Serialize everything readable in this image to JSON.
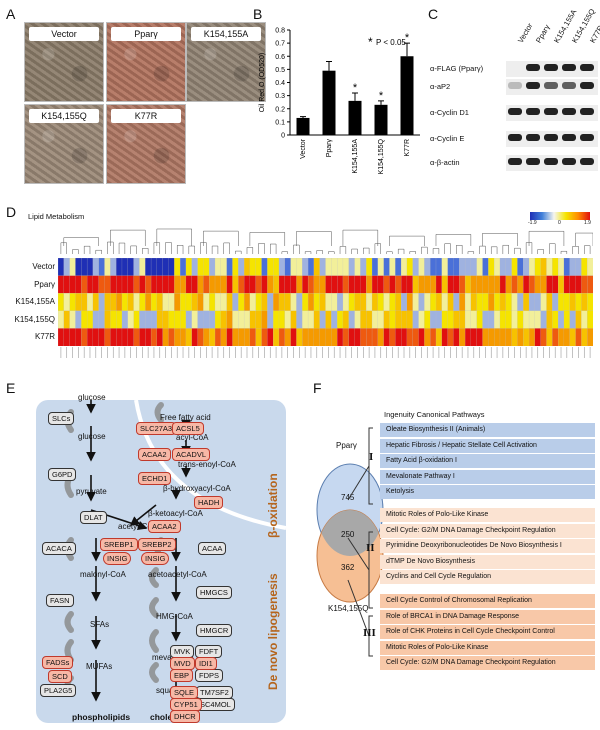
{
  "panels": {
    "A": "A",
    "B": "B",
    "C": "C",
    "D": "D",
    "E": "E",
    "F": "F"
  },
  "panelA": {
    "images": [
      "Vector",
      "Pparγ",
      "K154,155A",
      "K154,155Q",
      "K77R"
    ],
    "colors": [
      "#8c7d6a",
      "#b2735e",
      "#928474",
      "#9c8a78",
      "#b07864"
    ]
  },
  "panelB": {
    "annotation_star": "*",
    "annotation": "P < 0.05",
    "star": "*"
  },
  "chart_data": {
    "type": "bar",
    "categories": [
      "Vector",
      "Pparγ",
      "K154,155A",
      "K154,155Q",
      "K77R"
    ],
    "values": [
      0.13,
      0.49,
      0.26,
      0.23,
      0.6
    ],
    "errors": [
      0.01,
      0.07,
      0.06,
      0.03,
      0.1
    ],
    "significant": [
      false,
      false,
      true,
      true,
      true
    ],
    "ylabel": "Oil Red O (OD520)",
    "yticks": [
      "0",
      "0.1",
      "0.2",
      "0.3",
      "0.4",
      "0.5",
      "0.6",
      "0.7",
      "0.8"
    ],
    "ylim": [
      0,
      0.8
    ]
  },
  "panelC": {
    "lanes": [
      "Vector",
      "Pparγ",
      "K154,155A",
      "K154,155Q",
      "K77R"
    ],
    "rows": [
      "α-FLAG (Pparγ)",
      "α-aP2",
      "α-Cyclin D1",
      "α-Cyclin E",
      "α-β-actin"
    ]
  },
  "panelD": {
    "title": "Lipid Metabolism",
    "rows": [
      "Vector",
      "Pparγ",
      "K154,155A",
      "K154,155Q",
      "K77R"
    ],
    "scale": [
      "-1.9",
      "0",
      "1.9"
    ]
  },
  "panelE": {
    "left_column": {
      "glucose1": "glucose",
      "glucose2": "glucose",
      "pyruvate": "pyruvate",
      "acetyl": "acetyl-CoA",
      "malonyl": "malonyl-CoA",
      "sfas": "SFAs",
      "mufas": "MUFAs",
      "phospholipids": "phospholipids"
    },
    "right_column": {
      "ffa": "Free fatty acid",
      "acyl": "acyl-CoA",
      "trans": "trans-enoyl-CoA",
      "bhydroxy": "β-hydroxyacyl-CoA",
      "bketo": "β-ketoacyl-CoA",
      "acetoacetyl": "acetoacetyl-CoA",
      "hmg": "HMG-CoA",
      "mevalonate": "mevalonate",
      "squalene": "squalene",
      "cholesterol": "cholesterol"
    },
    "genes_gray": [
      "SLCs",
      "G6PD",
      "DLAT",
      "ACACA",
      "FASN",
      "PLA2G5",
      "ACAA",
      "HMGCS",
      "HMGCR",
      "MVK",
      "FDFT",
      "FDPS",
      "TM7SF2",
      "SC4MOL"
    ],
    "genes_red": [
      "SLC27A3",
      "ACSL5",
      "ACAA2",
      "ACADVL",
      "ECHD1",
      "HADH",
      "ACAA2",
      "SREBP1",
      "INSIG",
      "SREBP2",
      "INSIG",
      "FADSs",
      "SCD",
      "MVD",
      "IDI1",
      "EBP",
      "SQLE",
      "CYP51",
      "DHCR"
    ],
    "beta_label": "β-oxidation",
    "denovo_label": "De novo lipogenesis"
  },
  "panelF": {
    "title": "Ingenuity Canonical Pathways",
    "venn_top_label": "Pparγ",
    "venn_bottom_label": "K154,155Q",
    "n_top": "745",
    "n_overlap": "250",
    "n_bottom": "362",
    "group_I": [
      "Oleate Biosynthesis II (Animals)",
      "Hepatic Fibrosis / Hepatic Stellate Cell Activation",
      "Fatty Acid β-oxidation I",
      "Mevalonate Pathway I",
      "Ketolysis"
    ],
    "group_II": [
      "Mitotic Roles of Polo-Like Kinase",
      "Cell Cycle: G2/M DNA Damage Checkpoint Regulation",
      "Pyrimidine Deoxyribonucleotides De Novo Biosynthesis I",
      "dTMP De Novo Biosynthesis",
      "Cyclins and Cell Cycle Regulation"
    ],
    "group_III": [
      "Cell Cycle Control of Chromosomal Replication",
      "Role of BRCA1 in DNA Damage Response",
      "Role of CHK Proteins in Cell Cycle Checkpoint Control",
      "Mitotic Roles of Polo-Like Kinase",
      "Cell Cycle: G2/M DNA Damage Checkpoint Regulation"
    ],
    "roman": [
      "I",
      "II",
      "III"
    ]
  }
}
